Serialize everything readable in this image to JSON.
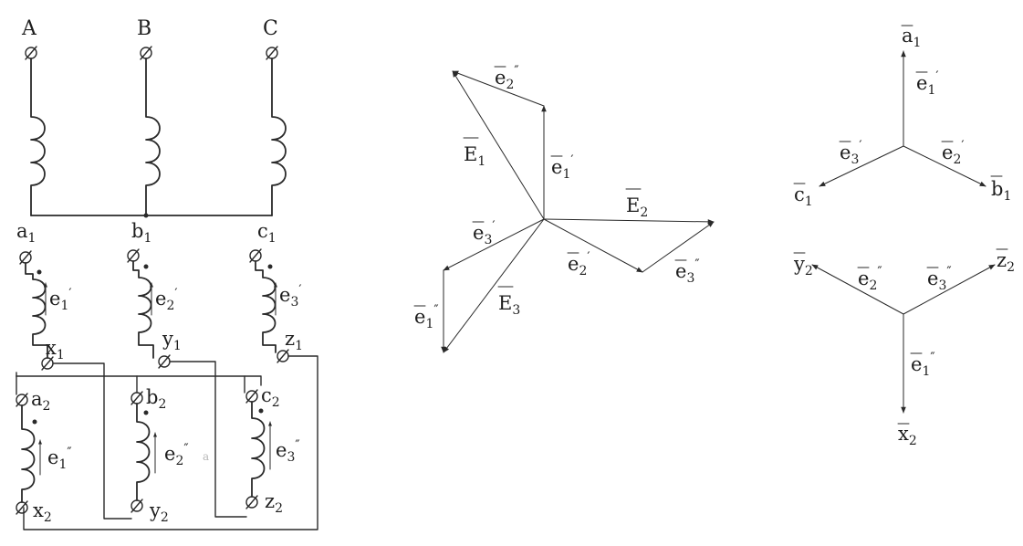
{
  "circuit": {
    "primary_terminals": [
      "A",
      "B",
      "C"
    ],
    "upper_secondary_start": [
      "a",
      "b",
      "c"
    ],
    "upper_secondary_end": [
      "x",
      "y",
      "z"
    ],
    "upper_index": "1",
    "lower_secondary_start": [
      "a",
      "b",
      "c"
    ],
    "lower_secondary_end": [
      "x",
      "y",
      "z"
    ],
    "lower_index": "2",
    "upper_emf": "e",
    "upper_emf_sub": [
      "1",
      "2",
      "3"
    ],
    "upper_emf_mark": "′",
    "lower_emf": "e",
    "lower_emf_sub": [
      "1",
      "2",
      "3"
    ],
    "lower_emf_mark": "″",
    "stray_mark": "a"
  },
  "zigzag_diagram": {
    "E": "E",
    "E_subs": [
      "1",
      "2",
      "3"
    ],
    "e": "e",
    "single_mark": "′",
    "double_mark": "″",
    "subs": [
      "1",
      "2",
      "3"
    ]
  },
  "star_upper": {
    "ends": [
      "a",
      "b",
      "c"
    ],
    "index": "1",
    "emf": "e",
    "subs": [
      "1",
      "2",
      "3"
    ],
    "mark": "′"
  },
  "star_lower": {
    "ends": [
      "x",
      "y",
      "z"
    ],
    "index": "2",
    "emf": "e",
    "subs": [
      "1",
      "2",
      "3"
    ],
    "mark": "″"
  }
}
